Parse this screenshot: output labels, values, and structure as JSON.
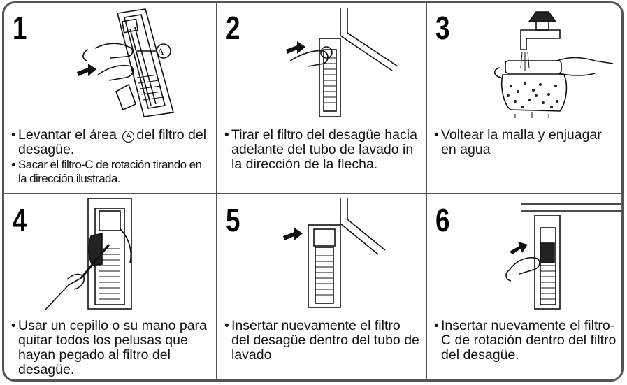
{
  "steps": [
    {
      "number": "1",
      "callout": "A",
      "bullets": [
        {
          "text_before": "Levantar el área",
          "marker": "A",
          "text_after": "del filtro del desagüe.",
          "style": "normal"
        },
        {
          "text": "Sacar el filtro-C de rotación tirando en la dirección ilustrada.",
          "style": "small"
        }
      ]
    },
    {
      "number": "2",
      "bullets": [
        {
          "text": "Tirar el filtro del desagüe hacia adelante del tubo de lavado in la dirección de la flecha.",
          "style": "normal"
        }
      ]
    },
    {
      "number": "3",
      "bullets": [
        {
          "text": "Voltear la malla y enjuagar en agua",
          "style": "normal"
        }
      ]
    },
    {
      "number": "4",
      "bullets": [
        {
          "text": "Usar un cepillo o su mano para quitar todos los pelusas que hayan pegado al filtro del desagüe.",
          "style": "normal"
        }
      ]
    },
    {
      "number": "5",
      "bullets": [
        {
          "text": "Insertar nuevamente el filtro del desagüe dentro del tubo de lavado",
          "style": "normal"
        }
      ]
    },
    {
      "number": "6",
      "bullets": [
        {
          "text": "Insertar nuevamente el filtro-C de rotación dentro del filtro del desagüe.",
          "style": "normal"
        }
      ]
    }
  ],
  "bullet_char": "•",
  "colors": {
    "border": "#555555",
    "ink": "#111111",
    "background": "#ffffff"
  }
}
